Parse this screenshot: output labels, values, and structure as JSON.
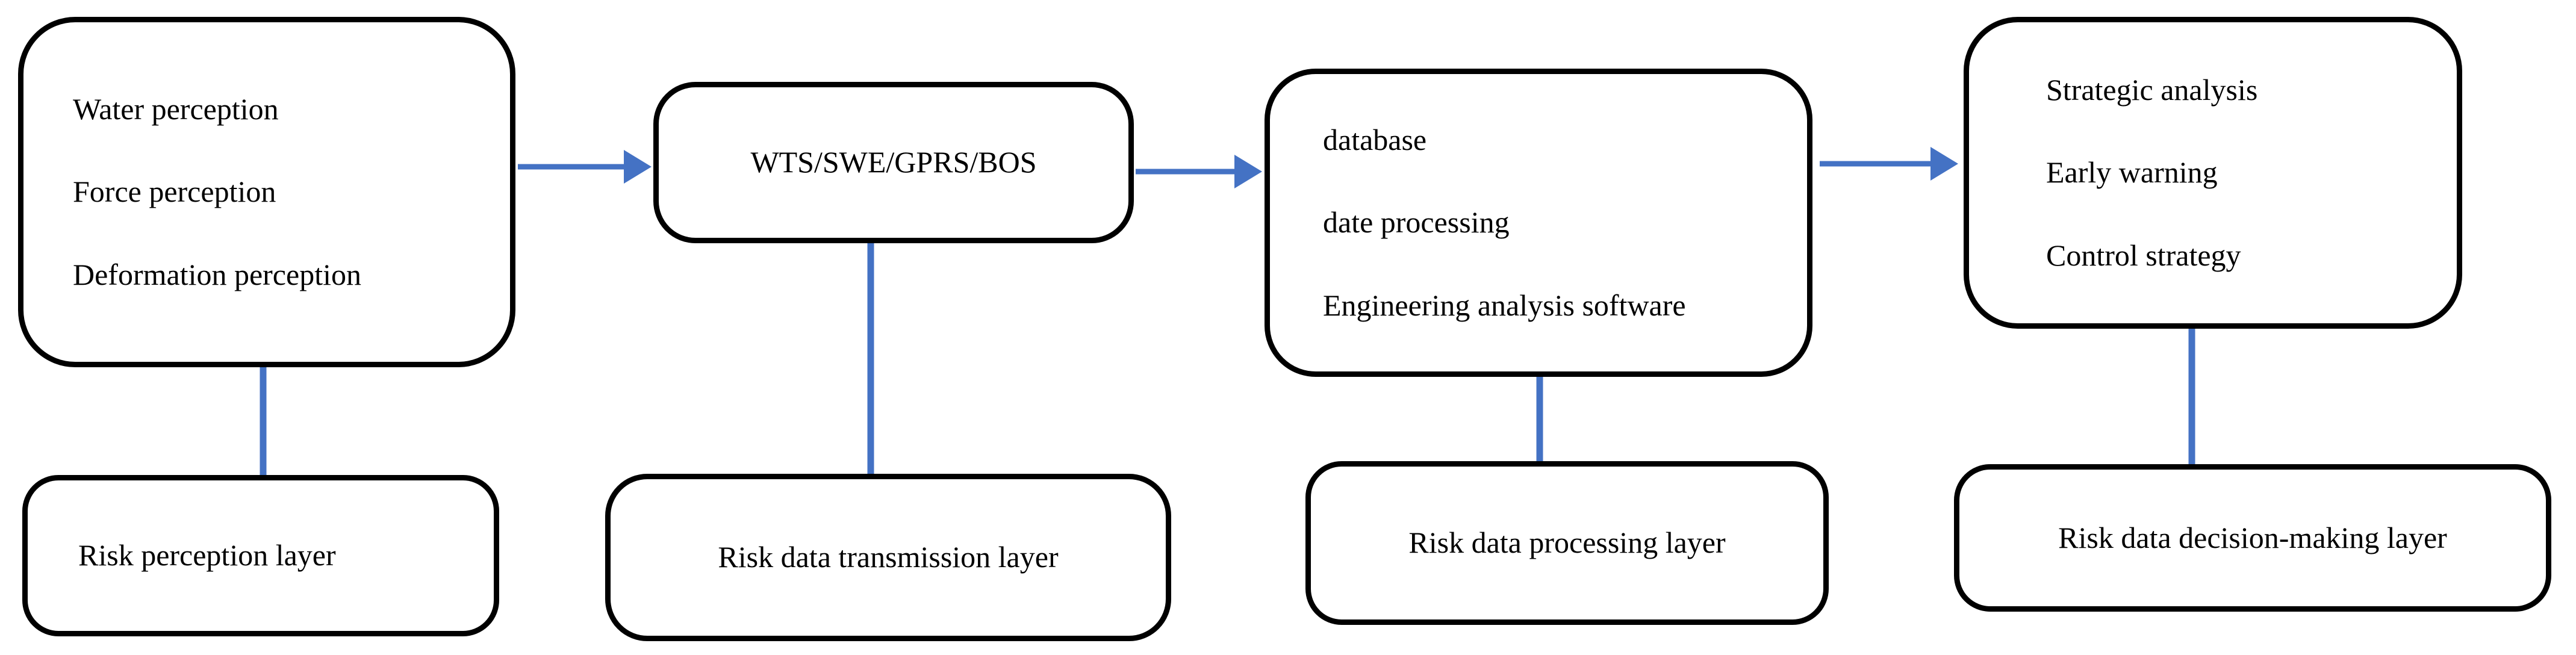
{
  "diagram": {
    "colors": {
      "connector": "#4472C4",
      "box_border": "#000000",
      "text": "#000000",
      "background": "#ffffff"
    },
    "columns": [
      {
        "top_box": {
          "lines": [
            "Water perception",
            "Force perception",
            "Deformation perception"
          ]
        },
        "bottom_box": {
          "label": "Risk perception layer"
        }
      },
      {
        "top_box": {
          "lines": [
            "WTS/SWE/GPRS/BOS"
          ]
        },
        "bottom_box": {
          "label": "Risk data transmission layer"
        }
      },
      {
        "top_box": {
          "lines": [
            "database",
            "date processing",
            "Engineering analysis software"
          ]
        },
        "bottom_box": {
          "label": "Risk data processing layer"
        }
      },
      {
        "top_box": {
          "lines": [
            "Strategic analysis",
            "Early warning",
            "Control strategy"
          ]
        },
        "bottom_box": {
          "label": "Risk data decision-making layer"
        }
      }
    ]
  }
}
